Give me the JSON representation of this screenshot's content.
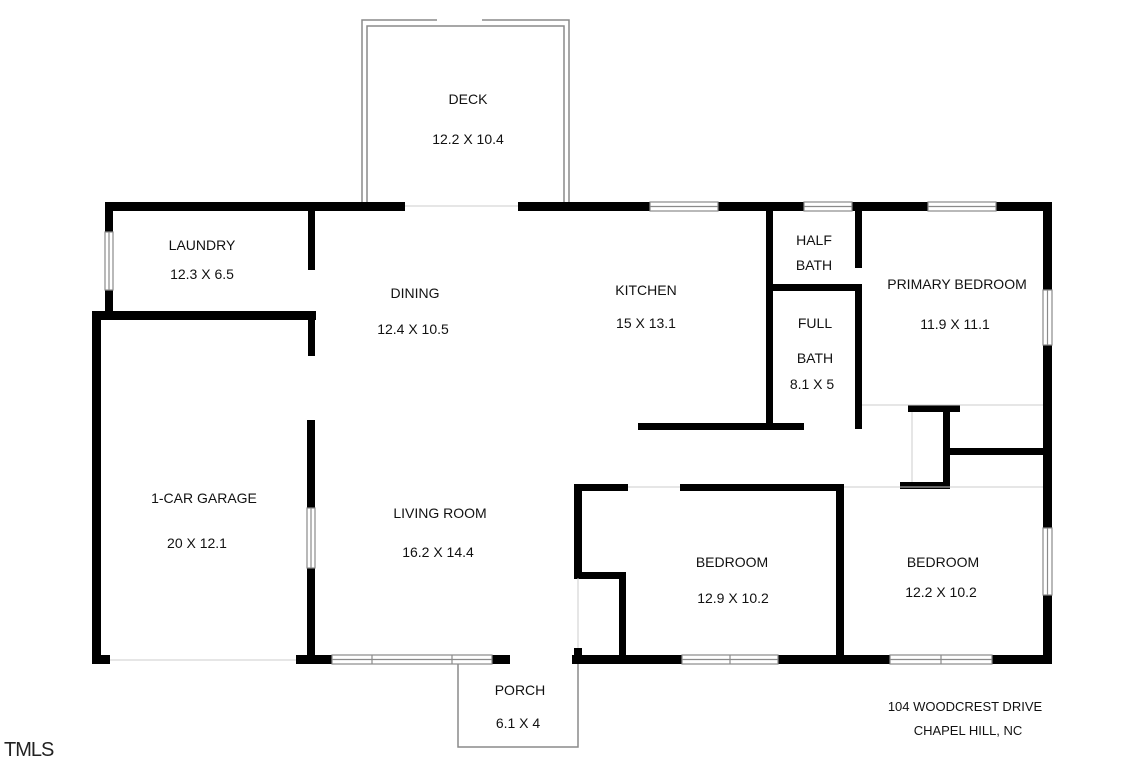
{
  "rooms": {
    "deck": {
      "name": "DECK",
      "size": "12.2 X 10.4"
    },
    "laundry": {
      "name": "LAUNDRY",
      "size": "12.3 X 6.5"
    },
    "dining": {
      "name": "DINING",
      "size": "12.4 X 10.5"
    },
    "kitchen": {
      "name": "KITCHEN",
      "size": "15 X 13.1"
    },
    "half_bath": {
      "name_line1": "HALF",
      "name_line2": "BATH"
    },
    "full_bath": {
      "name_line1": "FULL",
      "name_line2": "BATH",
      "size": "8.1 X 5"
    },
    "primary_bedroom": {
      "name": "PRIMARY BEDROOM",
      "size": "11.9 X 11.1"
    },
    "garage": {
      "name": "1-CAR GARAGE",
      "size": "20 X 12.1"
    },
    "living_room": {
      "name": "LIVING ROOM",
      "size": "16.2 X 14.4"
    },
    "bedroom_2": {
      "name": "BEDROOM",
      "size": "12.9 X 10.2"
    },
    "bedroom_3": {
      "name": "BEDROOM",
      "size": "12.2 X 10.2"
    },
    "porch": {
      "name": "PORCH",
      "size": "6.1 X 4"
    }
  },
  "address": {
    "line1": "104 WOODCREST DRIVE",
    "line2": "CHAPEL HILL, NC"
  },
  "watermark": "TMLS",
  "colors": {
    "wall": "#000000",
    "background": "#ffffff",
    "outline": "#8a8a8a",
    "text": "#111111"
  }
}
